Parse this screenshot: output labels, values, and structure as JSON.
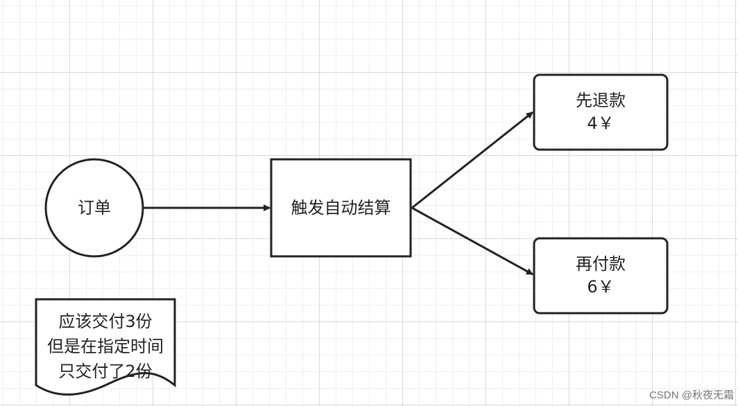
{
  "nodes": {
    "order": {
      "label": "订单"
    },
    "settle": {
      "label": "触发自动结算"
    },
    "refund": {
      "line1": "先退款",
      "line2": "4￥"
    },
    "repay": {
      "line1": "再付款",
      "line2": "6￥"
    },
    "note": {
      "line1": "应该交付3份",
      "line2": "但是在指定时间",
      "line3": "只交付了2份"
    }
  },
  "watermark": "CSDN @秋夜无霜",
  "colors": {
    "stroke": "#222222",
    "grid_major": "#d9d9d9",
    "grid_minor": "#efefef",
    "background": "#ffffff"
  }
}
